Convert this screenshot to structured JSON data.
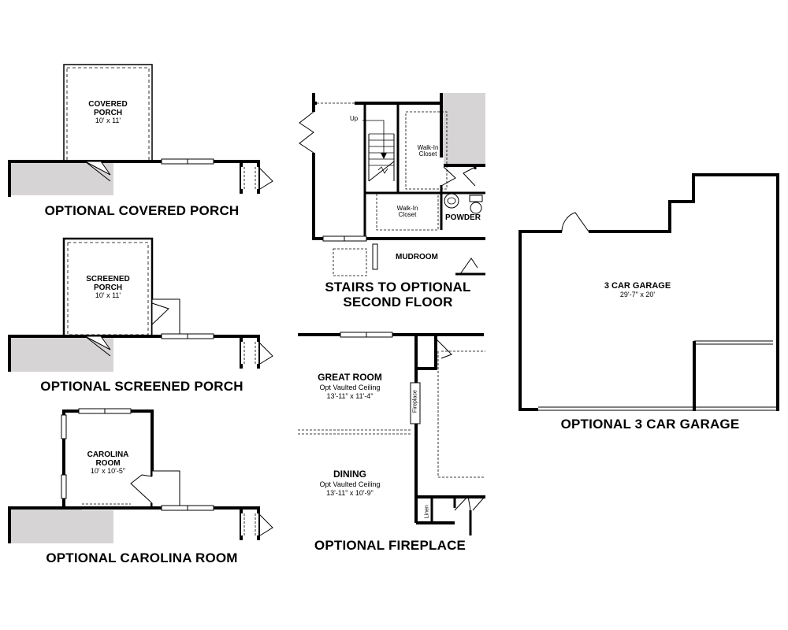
{
  "covered_porch": {
    "caption": "OPTIONAL COVERED PORCH",
    "room_name": "COVERED PORCH",
    "room_size": "10' x 11'"
  },
  "screened_porch": {
    "caption": "OPTIONAL SCREENED PORCH",
    "room_name": "SCREENED PORCH",
    "room_size": "10' x 11'"
  },
  "carolina_room": {
    "caption": "OPTIONAL CAROLINA ROOM",
    "room_name": "CAROLINA ROOM",
    "room_size": "10' x 10'-5\""
  },
  "stairs": {
    "caption_line1": "STAIRS TO OPTIONAL",
    "caption_line2": "SECOND FLOOR",
    "up_label": "Up",
    "walkin_closet_1": "Walk-In Closet",
    "walkin_closet_2": "Walk-In Closet",
    "powder": "POWDER",
    "mudroom": "MUDROOM"
  },
  "fireplace": {
    "caption": "OPTIONAL FIREPLACE",
    "great_room_name": "GREAT ROOM",
    "great_room_note": "Opt Vaulted Ceiling",
    "great_room_size": "13'-11\" x 11'-4\"",
    "dining_name": "DINING",
    "dining_note": "Opt Vaulted Ceiling",
    "dining_size": "13'-11\" x 10'-9\"",
    "fireplace_label": "Fireplace",
    "linen_label": "Linen"
  },
  "garage": {
    "caption": "OPTIONAL 3 CAR GARAGE",
    "room_name": "3 CAR GARAGE",
    "room_size": "29'-7\" x 20'"
  }
}
